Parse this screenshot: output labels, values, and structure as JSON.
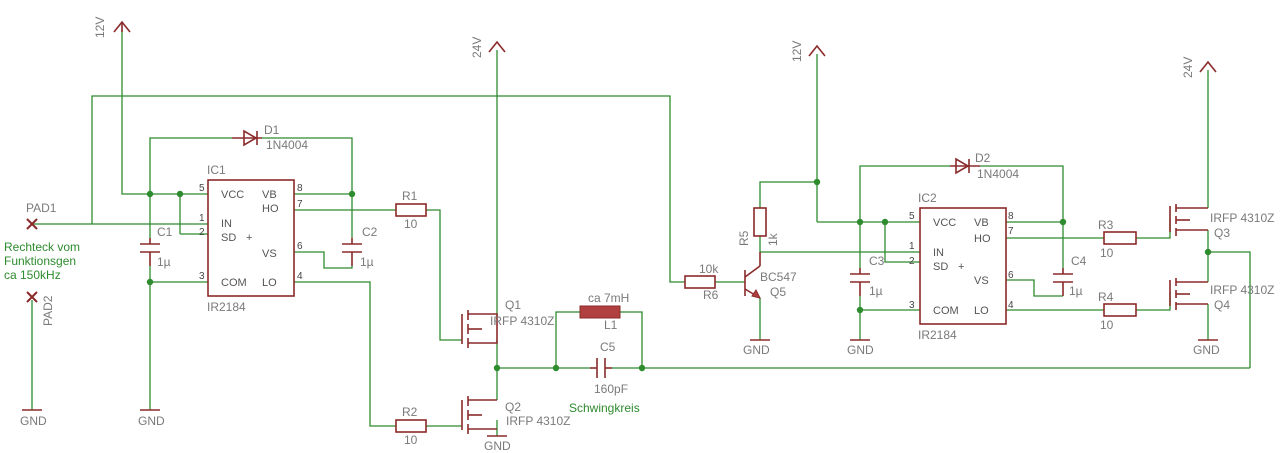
{
  "power": {
    "v12": "12V",
    "v24": "24V",
    "gnd": "GND"
  },
  "pads": {
    "pad1": "PAD1",
    "pad2": "PAD2"
  },
  "note_input": [
    "Rechteck vom",
    "Funktionsgen",
    "ca 150kHz"
  ],
  "note_tank": "Schwingkreis",
  "ic1": {
    "ref": "IC1",
    "part": "IR2184"
  },
  "ic2": {
    "ref": "IC2",
    "part": "IR2184"
  },
  "ic_pins": {
    "vcc": "VCC",
    "in": "IN",
    "sd": "SD",
    "com": "COM",
    "vb": "VB",
    "ho": "HO",
    "vs": "VS",
    "lo": "LO",
    "plus": "+"
  },
  "pin_numbers": [
    "1",
    "2",
    "3",
    "4",
    "5",
    "6",
    "7",
    "8"
  ],
  "diodes": {
    "d1": "D1",
    "d2": "D2",
    "value": "1N4004"
  },
  "caps": {
    "c1": "C1",
    "c2": "C2",
    "c3": "C3",
    "c4": "C4",
    "c5": "C5",
    "value_1u": "1µ",
    "c5_value": "160pF"
  },
  "resistors": {
    "r1": "R1",
    "r2": "R2",
    "r3": "R3",
    "r4": "R4",
    "r5": "R5",
    "r6": "R6",
    "v10": "10",
    "r5_value": "1k",
    "r6_value": "10k"
  },
  "mosfets": {
    "q1": "Q1",
    "q2": "Q2",
    "q3": "Q3",
    "q4": "Q4",
    "part": "IRFP 4310Z"
  },
  "bjt": {
    "q5": "Q5",
    "part": "BC547"
  },
  "inductor": {
    "ref": "L1",
    "value": "ca 7mH"
  },
  "colors": {
    "wire": "#2e8b2e",
    "part": "#8b2a2a",
    "label": "#7a7a7a"
  }
}
